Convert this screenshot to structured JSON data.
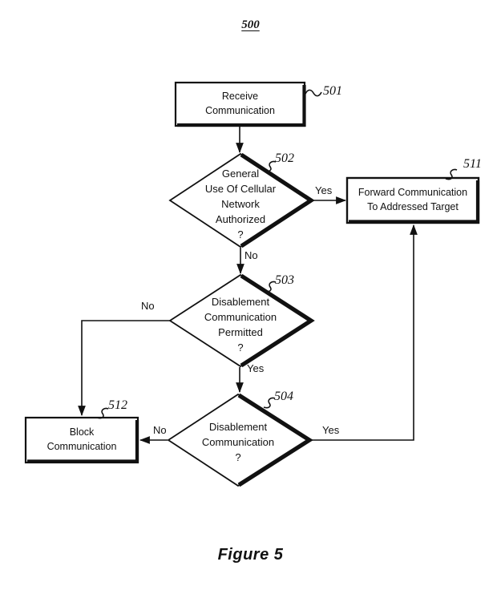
{
  "figure": {
    "number": "500",
    "caption": "Figure 5"
  },
  "nodes": {
    "receive": {
      "label": "Receive\nCommunication",
      "ref": "501",
      "type": "process"
    },
    "general_use": {
      "label": "General\nUse Of Cellular\nNetwork\nAuthorized\n?",
      "ref": "502",
      "type": "decision"
    },
    "disablement_permitted": {
      "label": "Disablement\nCommunication\nPermitted\n?",
      "ref": "503",
      "type": "decision"
    },
    "disablement": {
      "label": "Disablement\nCommunication\n?",
      "ref": "504",
      "type": "decision"
    },
    "forward": {
      "label": "Forward Communication\nTo Addressed Target",
      "ref": "511",
      "type": "process"
    },
    "block": {
      "label": "Block\nCommunication",
      "ref": "512",
      "type": "process"
    }
  },
  "edges": {
    "use_yes": "Yes",
    "use_no": "No",
    "permitted_no": "No",
    "permitted_yes": "Yes",
    "disablement_no": "No",
    "disablement_yes": "Yes"
  },
  "colors": {
    "ink": "#111111",
    "background": "#ffffff"
  }
}
